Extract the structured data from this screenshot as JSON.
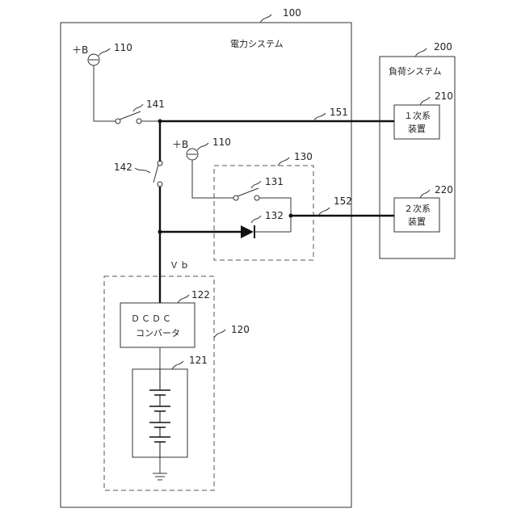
{
  "power_system": {
    "ref": "100",
    "title": "電力システム"
  },
  "load_system": {
    "ref": "200",
    "title": "負荷システム"
  },
  "power_source_left": {
    "label": "＋B",
    "ref": "110"
  },
  "power_source_mid": {
    "label": "＋B",
    "ref": "110"
  },
  "switch_141": {
    "ref": "141"
  },
  "switch_142": {
    "ref": "142"
  },
  "line_151": {
    "ref": "151"
  },
  "line_152": {
    "ref": "152"
  },
  "unit_130": {
    "ref": "130"
  },
  "switch_131": {
    "ref": "131"
  },
  "diode_132": {
    "ref": "132"
  },
  "vb_label": "Ｖｂ",
  "unit_120": {
    "ref": "120"
  },
  "dcdc": {
    "ref": "122",
    "line1": "ＤＣＤＣ",
    "line2": "コンバータ"
  },
  "battery": {
    "ref": "121"
  },
  "primary_device": {
    "ref": "210",
    "line1": "１次系",
    "line2": "装置"
  },
  "secondary_device": {
    "ref": "220",
    "line1": "２次系",
    "line2": "装置"
  }
}
